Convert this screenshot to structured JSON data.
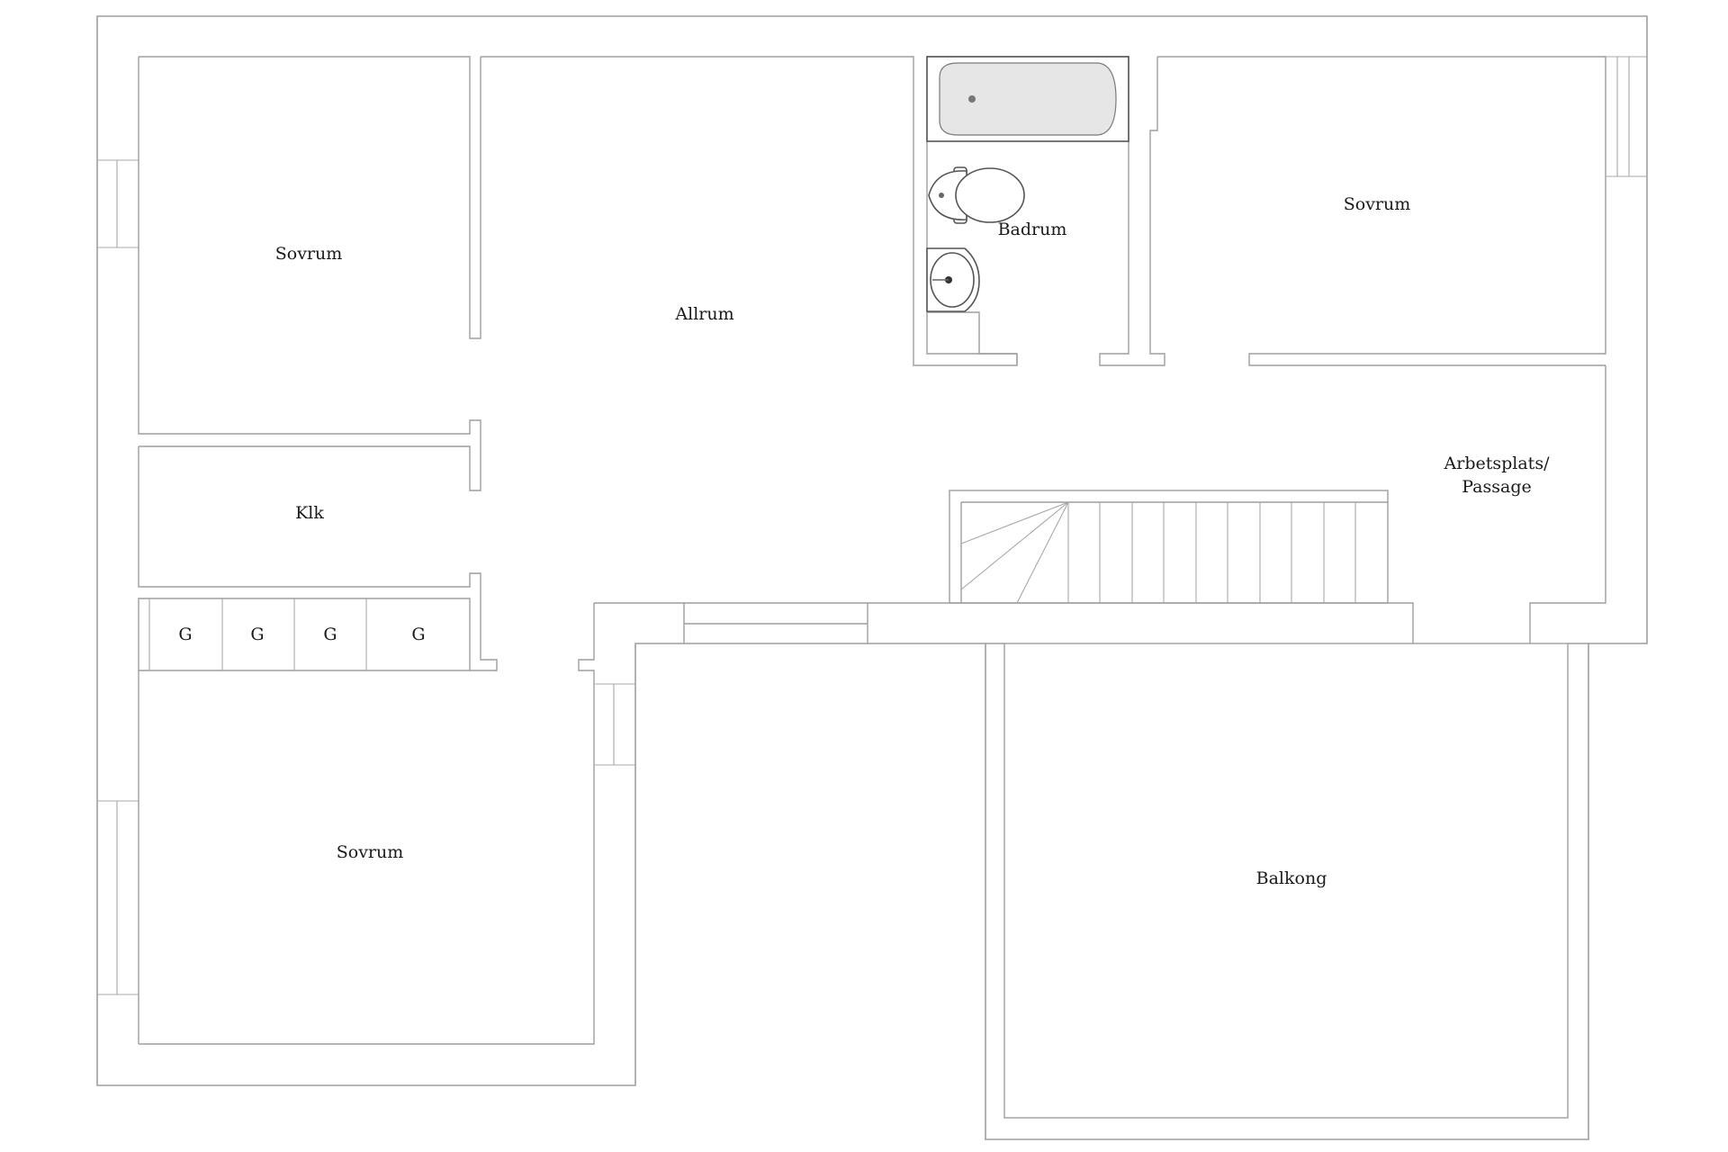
{
  "rooms": {
    "sovrum_top_left": "Sovrum",
    "allrum": "Allrum",
    "badrum": "Badrum",
    "sovrum_top_right": "Sovrum",
    "arbetsplats_line1": "Arbetsplats/",
    "arbetsplats_line2": "Passage",
    "klk": "Klk",
    "sovrum_bottom": "Sovrum",
    "balkong": "Balkong",
    "garderob": [
      "G",
      "G",
      "G",
      "G"
    ]
  },
  "icons": {
    "bathtub": "bathtub-icon",
    "toilet": "toilet-icon",
    "sink": "sink-icon",
    "stairs": "stairs-icon"
  },
  "colors": {
    "wall_stroke": "#9e9e9e",
    "fixture_stroke": "#555555",
    "label_text": "#1a1a1a"
  }
}
